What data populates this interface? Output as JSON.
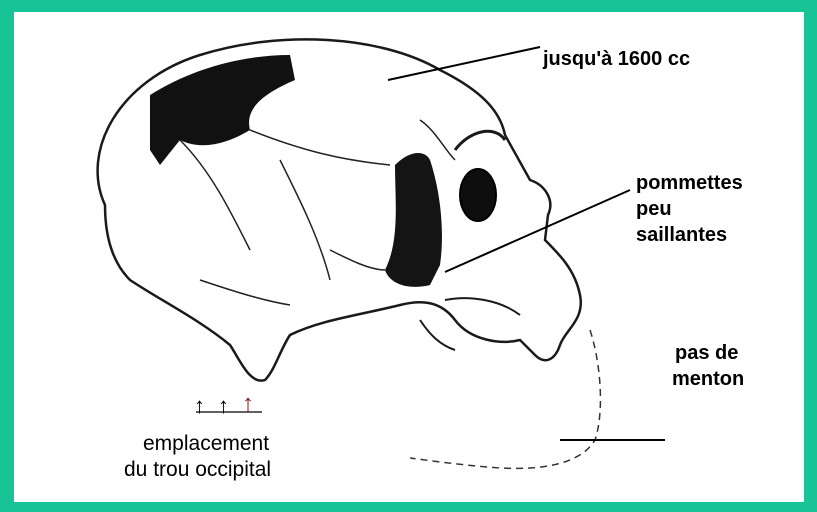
{
  "labels": {
    "cranial_capacity": "jusqu'à 1600 cc",
    "cheekbones": [
      "pommettes",
      "peu",
      "saillantes"
    ],
    "chin": [
      "pas de",
      "menton"
    ],
    "foramen": [
      "emplacement",
      "du trou occipital"
    ]
  },
  "arrows": {
    "glyphs": [
      "↑",
      "↑",
      "↑"
    ],
    "colors": [
      "#000000",
      "#000000",
      "#8b1a1a"
    ]
  },
  "colors": {
    "border": "#17c397",
    "background": "#ffffff",
    "ink": "#000000",
    "highlight_arrow": "#8b1a1a"
  }
}
